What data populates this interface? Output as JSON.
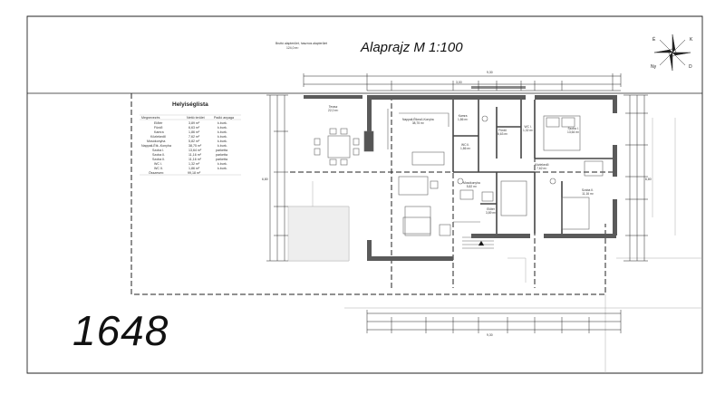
{
  "title": "Alaprajz  M 1:100",
  "header_note": [
    "Bruttó alapterület, hasznos alapterület",
    "124,0 m²"
  ],
  "big_number": "1648",
  "room_list": {
    "title": "Helyiséglista",
    "headers": [
      "Megnevezés",
      "Nettó terület",
      "Padló anyaga"
    ],
    "rows": [
      [
        "Előtér",
        "3,89 m²",
        "k.burk."
      ],
      [
        "Fürdő",
        "6,63 m²",
        "k.burk."
      ],
      [
        "Kamra",
        "1,86 m²",
        "k.burk."
      ],
      [
        "Közlekedő",
        "7,62 m²",
        "k.burk."
      ],
      [
        "Mosókonyha",
        "5,82 m²",
        "k.burk."
      ],
      [
        "Nappali-Étk.-Konyha",
        "38,75 m²",
        "k.burk."
      ],
      [
        "Szoba I.",
        "13,64 m²",
        "parketta"
      ],
      [
        "Szoba II.",
        "11,16 m²",
        "parketta"
      ],
      [
        "Szoba II.",
        "11,16 m²",
        "parketta"
      ],
      [
        "WC I.",
        "1,32 m²",
        "k.burk."
      ],
      [
        "WC II.",
        "1,86 m²",
        "k.burk."
      ],
      [
        "Összesen:",
        "99,18 m²",
        ""
      ]
    ]
  },
  "rooms": [
    {
      "name": "Terasz",
      "area": "22,0 m²"
    },
    {
      "name": "Nappali-Étkező-Konyha",
      "area": "38,75 m²"
    },
    {
      "name": "Kamra",
      "area": "1,86 m²"
    },
    {
      "name": "Fürdő",
      "area": "6,63 m²"
    },
    {
      "name": "WC I.",
      "area": "1,32 m²"
    },
    {
      "name": "WC II.",
      "area": "1,86 m²"
    },
    {
      "name": "Szoba I.",
      "area": "13,64 m²"
    },
    {
      "name": "Közlekedő",
      "area": "7,62 m²"
    },
    {
      "name": "Mosókonyha",
      "area": "5,82 m²"
    },
    {
      "name": "Előtér",
      "area": "3,89 m²"
    },
    {
      "name": "Szoba II.",
      "area": "11,16 m²"
    }
  ],
  "dims": {
    "top_total": "9,30",
    "top_mid": "3,00",
    "bottom_total": "9,30",
    "left_total": "6,80",
    "right_total": "6,80"
  },
  "colors": {
    "line": "#222222",
    "wall": "#5a5a5a",
    "thin": "#9a9a9a",
    "bg": "#ffffff"
  }
}
